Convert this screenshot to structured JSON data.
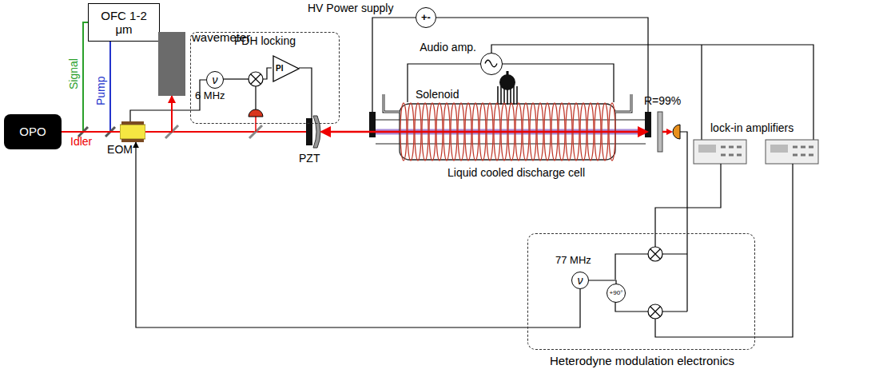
{
  "diagram": {
    "nodes": [
      {
        "text": [
          "OFC 1-2 μm"
        ]
      },
      {
        "text": [
          "OPO"
        ]
      },
      {
        "text": [
          "wavemeter"
        ]
      },
      {
        "text": [
          "EOM"
        ]
      },
      {
        "text": [
          "PDH locking"
        ]
      },
      {
        "text": [
          "ν"
        ],
        "in": 4
      },
      {
        "text": [
          "PI"
        ],
        "in": 4
      },
      {
        "text": [
          "+-"
        ]
      },
      {
        "text": [
          "Audio amp."
        ]
      },
      {
        "text": [
          "Heterodyne modulation electronics"
        ]
      },
      {
        "text": [
          "ν"
        ],
        "in": 9
      },
      {
        "text": [
          "+90°"
        ],
        "in": 9
      }
    ],
    "edges": [
      {
        "from": 1,
        "to": 3,
        "label": "Idler",
        "arrow": "none"
      },
      {
        "from": 5,
        "to": 3,
        "arrow": "none"
      },
      {
        "from": 10,
        "to": 3,
        "arrow": "to"
      },
      {
        "from": 3,
        "to": 2,
        "arrow": "to"
      },
      {
        "from": 10,
        "to": 11,
        "arrow": "none"
      }
    ],
    "labels": [
      "Signal",
      "Pump",
      "HV Power supply",
      "Solenoid",
      "Liquid cooled discharge cell",
      "R=99%",
      "PZT",
      "6 MHz",
      "77 MHz",
      "lock-in amplifiers"
    ]
  }
}
